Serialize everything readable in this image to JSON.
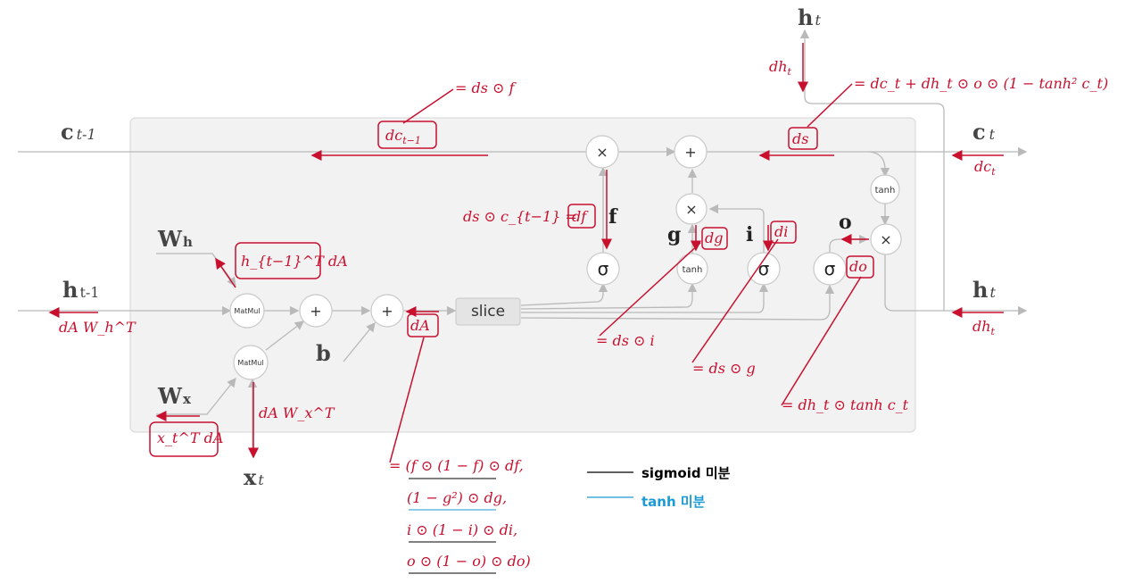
{
  "inputs": {
    "c_prev": "c",
    "c_prev_sub": "t-1",
    "h_prev": "h",
    "h_prev_sub": "t-1",
    "x_t": "x",
    "x_t_sub": "t",
    "W_h": "W",
    "W_h_sub": "h",
    "W_x": "W",
    "W_x_sub": "x",
    "b": "b"
  },
  "outputs": {
    "h_top": "h",
    "h_top_sub": "t",
    "c_out": "c",
    "c_out_sub": "t",
    "h_out": "h",
    "h_out_sub": "t"
  },
  "gates": {
    "f": "f",
    "g": "g",
    "i": "i",
    "o": "o"
  },
  "ops": {
    "times": "×",
    "plus": "+",
    "sigma": "σ",
    "tanh": "tanh",
    "matmul": "MatMul",
    "slice": "slice"
  },
  "gradients": {
    "dh_top": "dh",
    "dh_top_sub": "t",
    "dc_prev_formula": "= ds ⊙ f",
    "ds_formula": "= dc_t + dh_t ⊙ o ⊙ (1 − tanh² c_t)",
    "dc_prev": "dc",
    "dc_prev_sub": "t−1",
    "ds": "ds",
    "dc_out": "dc",
    "dc_out_sub": "t",
    "df_formula": "ds ⊙ c_{t−1} =",
    "df": "df",
    "dg": "dg",
    "di": "di",
    "do": "do",
    "h_prev_grad": "dA W_h^T",
    "hT_dA": "h_{t−1}^T dA",
    "dA": "dA",
    "dg_formula": "= ds ⊙ i",
    "di_formula": "= ds ⊙ g",
    "do_formula": "= dh_t ⊙ tanh c_t",
    "dh_out": "dh",
    "dh_out_sub": "t",
    "x_grad": "dA W_x^T",
    "xT_dA": "x_t^T dA",
    "dA_lines": [
      "= (f ⊙ (1 − f) ⊙ df,",
      "(1 − g²) ⊙ dg,",
      "i ⊙ (1 − i) ⊙ di,",
      "o ⊙ (1 − o) ⊙ do)"
    ]
  },
  "legend": {
    "sigmoid_label": "sigmoid 미분",
    "tanh_label": "tanh 미분",
    "sigmoid_color": "#000000",
    "tanh_color": "#1a9ad6"
  },
  "colors": {
    "gradient": "#c8102e",
    "flow": "#b9b9b9",
    "panel": "#f2f2f2"
  }
}
